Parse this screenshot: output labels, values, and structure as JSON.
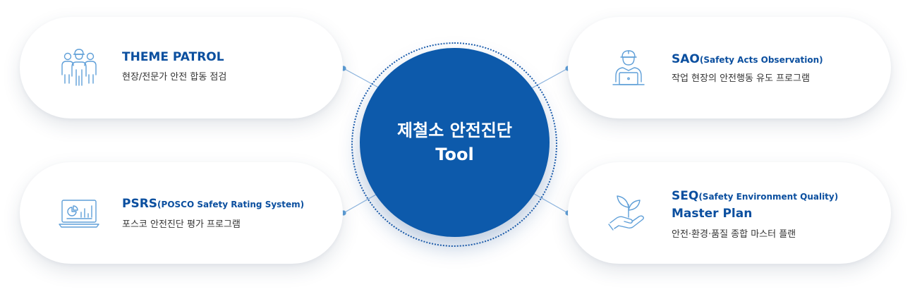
{
  "hub": {
    "line1": "제철소 안전진단",
    "line2": "Tool"
  },
  "cards": {
    "theme_patrol": {
      "icon": "workers-group-icon",
      "title": "THEME PATROL",
      "description": "현장/전문가 안전 합동 점검"
    },
    "psrs": {
      "icon": "laptop-chart-icon",
      "title": "PSRS",
      "title_sub": "(POSCO Safety Rating System)",
      "description": "포스코 안전진단 평가 프로그램"
    },
    "sao": {
      "icon": "worker-laptop-icon",
      "title": "SAO",
      "title_sub": "(Safety Acts Observation)",
      "description": "작업 현장의 안전행동 유도 프로그램"
    },
    "seq": {
      "icon": "plant-hand-icon",
      "title": "SEQ",
      "title_sub": "(Safety Environment Quality)",
      "title_line2": "Master Plan",
      "description": "안전·환경·품질 종합 마스터 플랜"
    }
  },
  "colors": {
    "accent": "#0d5aab",
    "title_blue": "#0b4f9f",
    "icon_blue": "#5f9fd8",
    "connector": "#8fb6df",
    "text": "#333333"
  }
}
